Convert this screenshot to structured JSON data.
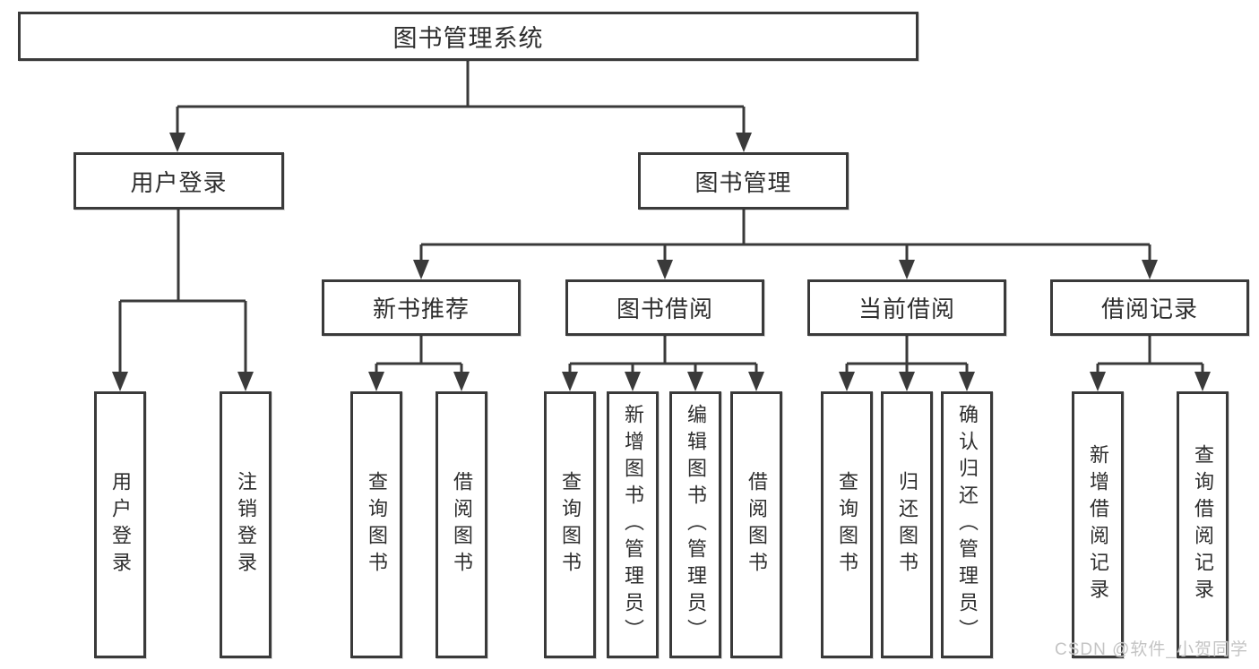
{
  "tree": {
    "label": "图书管理系统",
    "children": [
      {
        "label": "用户登录",
        "children": [
          {
            "label": "用户登录"
          },
          {
            "label": "注销登录"
          }
        ]
      },
      {
        "label": "图书管理",
        "children": [
          {
            "label": "新书推荐",
            "children": [
              {
                "label": "查询图书"
              },
              {
                "label": "借阅图书"
              }
            ]
          },
          {
            "label": "图书借阅",
            "children": [
              {
                "label": "查询图书"
              },
              {
                "label": "新增图书（管理员）"
              },
              {
                "label": "编辑图书（管理员）"
              },
              {
                "label": "借阅图书"
              }
            ]
          },
          {
            "label": "当前借阅",
            "children": [
              {
                "label": "查询图书"
              },
              {
                "label": "归还图书"
              },
              {
                "label": "确认归还（管理员）"
              }
            ]
          },
          {
            "label": "借阅记录",
            "children": [
              {
                "label": "新增借阅记录"
              },
              {
                "label": "查询借阅记录"
              }
            ]
          }
        ]
      }
    ]
  },
  "watermark": {
    "text": "CSDN @软件_小贺同学"
  },
  "colors": {
    "line": "#3a3a3a",
    "text": "#2e2e2e",
    "background": "#ffffff",
    "watermark": "#c4c4c4"
  }
}
